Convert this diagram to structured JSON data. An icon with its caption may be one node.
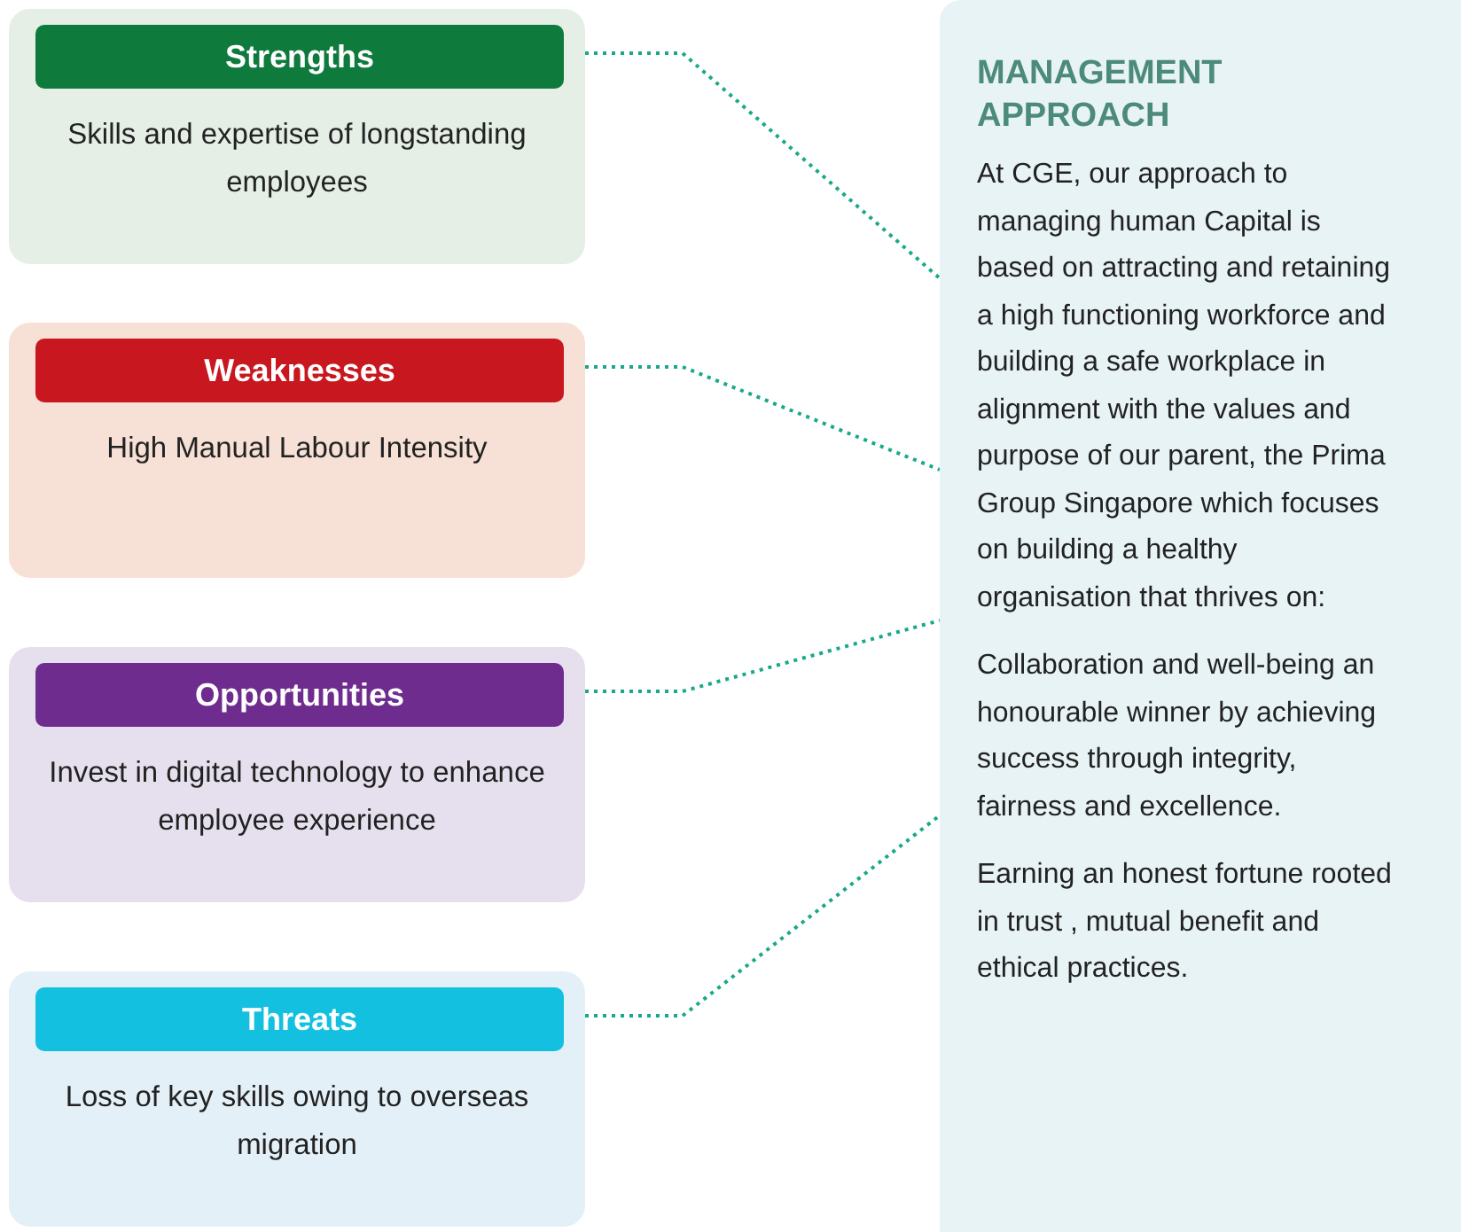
{
  "diagram": {
    "nodes": [
      {
        "text": [
          "Strengths",
          "Skills and expertise of longstanding employees"
        ]
      },
      {
        "text": [
          "Weaknesses",
          "High Manual Labour Intensity"
        ]
      },
      {
        "text": [
          "Opportunities",
          "Invest in digital technology to enhance employee experience"
        ]
      },
      {
        "text": [
          "Threats",
          "Loss of key skills owing to overseas migration"
        ]
      },
      {
        "text": [
          "MANAGEMENT APPROACH",
          "At CGE, our approach to managing human Capital is based on attracting and retaining a high functioning workforce and building a safe workplace in alignment with the values and purpose of our parent, the Prima Group Singapore which focuses on building a healthy organisation that thrives on:",
          "Collaboration and well-being an honourable winner by achieving success through integrity, fairness and excellence.",
          "Earning an honest fortune rooted in trust , mutual benefit and ethical practices."
        ]
      }
    ],
    "edges": [
      {
        "from": 0,
        "to": 4,
        "arrow": "none"
      },
      {
        "from": 1,
        "to": 4,
        "arrow": "none"
      },
      {
        "from": 2,
        "to": 4,
        "arrow": "none"
      },
      {
        "from": 3,
        "to": 4,
        "arrow": "none"
      }
    ]
  }
}
